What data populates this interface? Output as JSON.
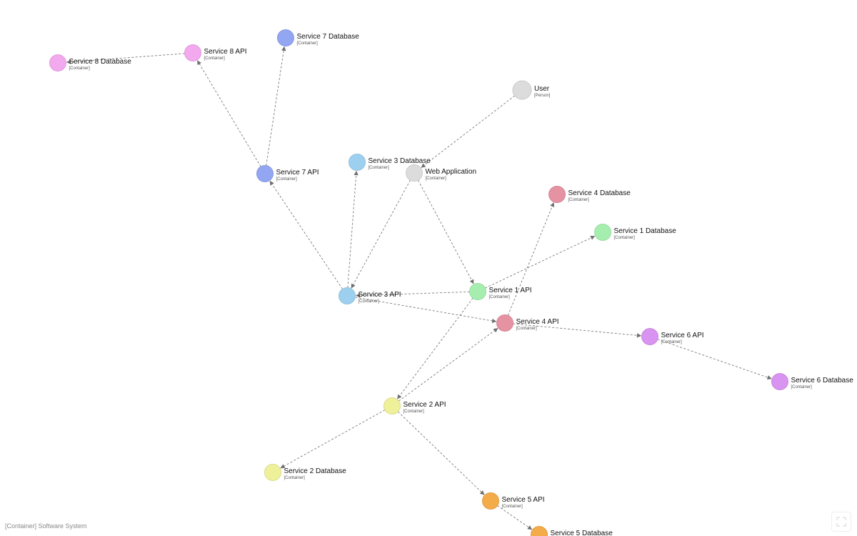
{
  "diagram": {
    "footer_label": "[Container] Software System",
    "fit_icon": "fullscreen-icon",
    "nodes": [
      {
        "id": "user",
        "title": "User",
        "tech": "[Person]",
        "color": "#dcdcdc"
      },
      {
        "id": "webapp",
        "title": "Web Application",
        "tech": "[Container]",
        "color": "#dcdcdc"
      },
      {
        "id": "s1api",
        "title": "Service 1 API",
        "tech": "[Container]",
        "color": "#a6eeaf"
      },
      {
        "id": "s1db",
        "title": "Service 1 Database",
        "tech": "[Container]",
        "color": "#a6eeaf"
      },
      {
        "id": "s2api",
        "title": "Service 2 API",
        "tech": "[Container]",
        "color": "#eef09a"
      },
      {
        "id": "s2db",
        "title": "Service 2 Database",
        "tech": "[Container]",
        "color": "#eef09a"
      },
      {
        "id": "s3api",
        "title": "Service 3 API",
        "tech": "[Container]",
        "color": "#9dd0ef"
      },
      {
        "id": "s3db",
        "title": "Service 3 Database",
        "tech": "[Container]",
        "color": "#9dd0ef"
      },
      {
        "id": "s4api",
        "title": "Service 4 API",
        "tech": "[Container]",
        "color": "#e592a2"
      },
      {
        "id": "s4db",
        "title": "Service 4 Database",
        "tech": "[Container]",
        "color": "#e592a2"
      },
      {
        "id": "s5api",
        "title": "Service 5 API",
        "tech": "[Container]",
        "color": "#f4ab4a"
      },
      {
        "id": "s5db",
        "title": "Service 5 Database",
        "tech": "[Container]",
        "color": "#f4ab4a"
      },
      {
        "id": "s6api",
        "title": "Service 6 API",
        "tech": "[Container]",
        "color": "#d993f0"
      },
      {
        "id": "s6db",
        "title": "Service 6 Database",
        "tech": "[Container]",
        "color": "#d993f0"
      },
      {
        "id": "s7api",
        "title": "Service 7 API",
        "tech": "[Container]",
        "color": "#93a6f2"
      },
      {
        "id": "s7db",
        "title": "Service 7 Database",
        "tech": "[Container]",
        "color": "#93a6f2"
      },
      {
        "id": "s8api",
        "title": "Service 8 API",
        "tech": "[Container]",
        "color": "#f2a9ee"
      },
      {
        "id": "s8db",
        "title": "Service 8 Database",
        "tech": "[Container]",
        "color": "#f2a9ee"
      }
    ],
    "edges": [
      {
        "from": "user",
        "to": "webapp"
      },
      {
        "from": "webapp",
        "to": "s1api"
      },
      {
        "from": "webapp",
        "to": "s3api"
      },
      {
        "from": "s1api",
        "to": "s1db"
      },
      {
        "from": "s1api",
        "to": "s2api"
      },
      {
        "from": "s1api",
        "to": "s3api"
      },
      {
        "from": "s2api",
        "to": "s2db"
      },
      {
        "from": "s2api",
        "to": "s4api"
      },
      {
        "from": "s2api",
        "to": "s5api"
      },
      {
        "from": "s3api",
        "to": "s3db"
      },
      {
        "from": "s3api",
        "to": "s4api"
      },
      {
        "from": "s3api",
        "to": "s7api"
      },
      {
        "from": "s4api",
        "to": "s4db"
      },
      {
        "from": "s4api",
        "to": "s6api"
      },
      {
        "from": "s5api",
        "to": "s5db"
      },
      {
        "from": "s6api",
        "to": "s6db"
      },
      {
        "from": "s7api",
        "to": "s7db"
      },
      {
        "from": "s7api",
        "to": "s8api"
      },
      {
        "from": "s8api",
        "to": "s8db"
      }
    ]
  }
}
